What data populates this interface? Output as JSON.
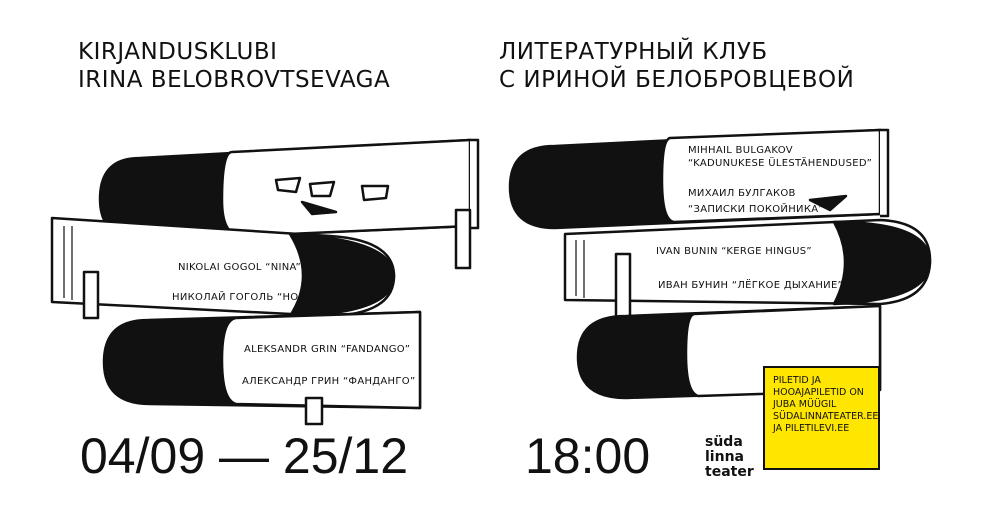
{
  "title_et": [
    "Kirjandusklubi",
    "Irina Belobrovtsevaga"
  ],
  "title_ru": [
    "Литературный клуб",
    "с Ириной Белобровцевой"
  ],
  "books_left": [
    {
      "line1": "Nikolai Gogol “Nina”",
      "line2": "Николай Гоголь “Нос”"
    },
    {
      "line1": "Aleksandr Grin “Fandango”",
      "line2": "Александр Грин “Фанданго”"
    }
  ],
  "books_right": [
    {
      "line1": "Mihhail Bulgakov",
      "line2": "“Kadunukese ülestähendused”",
      "line3": "Михаил Булгаков",
      "line4": "“Записки покойника”"
    },
    {
      "line1": "Ivan Bunin “Kerge hingus”",
      "line2": "Иван Бунин “Лёгкое дыхание”"
    }
  ],
  "dates": "04/09 — 25/12",
  "time": "18:00",
  "logo": [
    "süda",
    "linna",
    "teater"
  ],
  "ticket_note": [
    "Piletid ja",
    "hooajapiletid on",
    "juba müügil",
    "südalinnateater.ee",
    "ja piletilevi.ee"
  ]
}
